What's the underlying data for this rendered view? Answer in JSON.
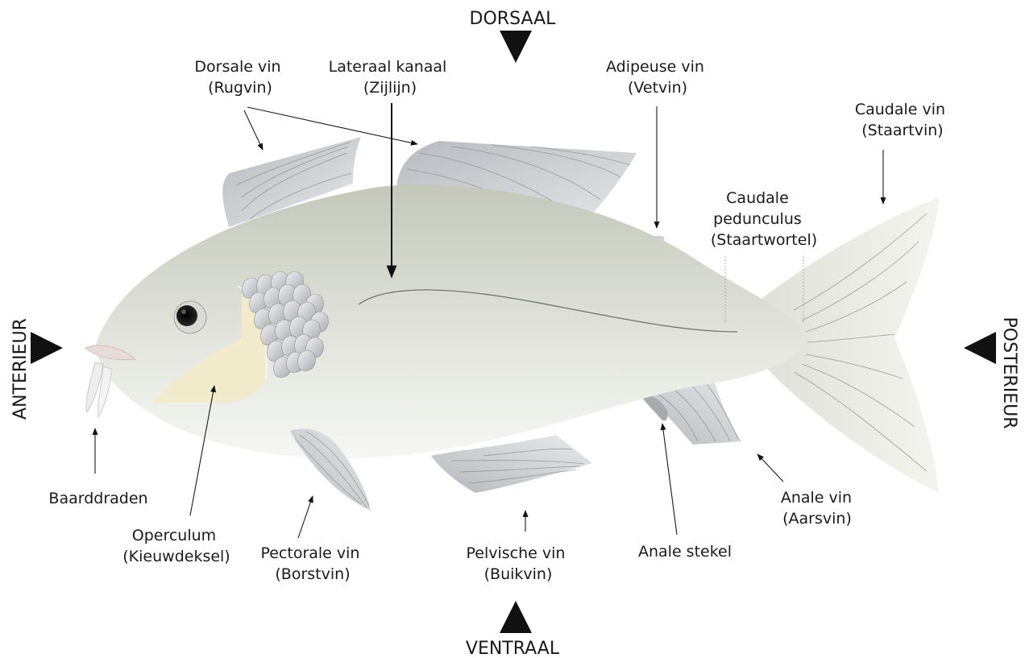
{
  "directions": {
    "dorsal": "DORSAAL",
    "ventral": "VENTRAAL",
    "anterior": "ANTERIEUR",
    "posterior": "POSTERIEUR"
  },
  "labels": {
    "dorsal_fin": [
      "Dorsale vin",
      "(Rugvin)"
    ],
    "lateral_line": [
      "Lateraal kanaal",
      "(Zijlijn)"
    ],
    "adipose_fin": [
      "Adipeuse vin",
      "(Vetvin)"
    ],
    "caudal_fin": [
      "Caudale vin",
      "(Staartvin)"
    ],
    "caudal_peduncle": [
      "Caudale",
      "pedunculus",
      "(Staartwortel)"
    ],
    "barbels": [
      "Baarddraden"
    ],
    "operculum": [
      "Operculum",
      "(Kieuwdeksel)"
    ],
    "pectoral_fin": [
      "Pectorale vin",
      "(Borstvin)"
    ],
    "pelvic_fin": [
      "Pelvische vin",
      "(Buikvin)"
    ],
    "anal_spine": [
      "Anale stekel"
    ],
    "anal_fin": [
      "Anale vin",
      "(Aarsvin)"
    ]
  },
  "colors": {
    "body_top": "#c9ccc0",
    "body_bottom": "#f4f5f1",
    "fin": "#c7c8cc",
    "caudal": "#ecede7",
    "operculum": "#f2eccc",
    "text": "#1a1a1a"
  }
}
